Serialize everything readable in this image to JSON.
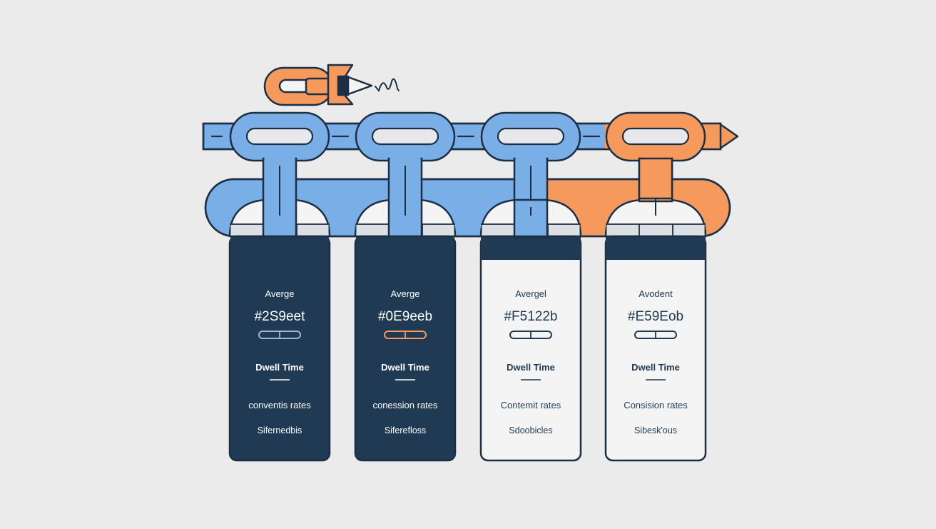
{
  "colors": {
    "background": "#ebebeb",
    "blue": "#7aaee6",
    "orange": "#f59a5c",
    "navy": "#1f3a52",
    "outline": "#1c2f45",
    "card_light": "#f4f4f4",
    "card_light_text": "#1f3a52",
    "card_dark_text": "#ffffff",
    "slot": "#e6e8ec"
  },
  "icons": {
    "top": "rocket-pencil-link-icon",
    "squiggle": "squiggle-icon",
    "pipe_arrow": "arrow-tip-icon"
  },
  "cards": [
    {
      "theme": "dark",
      "connector": "blue",
      "heading": "Averge",
      "code": "#2S9eet",
      "pill_accent": "#9fb6cc",
      "metric": "Dwell Time",
      "rates": "conventis rates",
      "footer": "Sifernedbis"
    },
    {
      "theme": "dark",
      "connector": "blue",
      "heading": "Averge",
      "code": "#0E9eeb",
      "pill_accent": "#f59a5c",
      "metric": "Dwell Time",
      "rates": "conession rates",
      "footer": "Siferefloss"
    },
    {
      "theme": "light",
      "connector": "blue",
      "heading": "Avergel",
      "code": "#F5122b",
      "pill_accent": "#1f3a52",
      "metric": "Dwell Time",
      "rates": "Contemit rates",
      "footer": "Sdoobicles"
    },
    {
      "theme": "light",
      "connector": "orange",
      "heading": "Avodent",
      "code": "#E59Eob",
      "pill_accent": "#1f3a52",
      "metric": "Dwell Time",
      "rates": "Consision rates",
      "footer": "Sibesk'ous"
    }
  ]
}
